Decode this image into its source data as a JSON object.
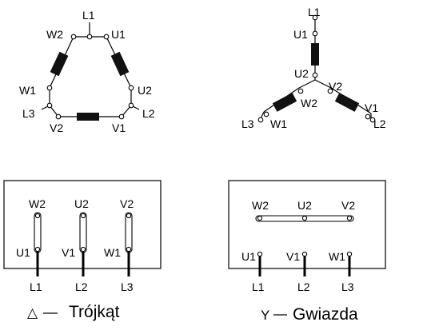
{
  "delta": {
    "labels": {
      "L1": "L1",
      "W2": "W2",
      "U1": "U1",
      "W1": "W1",
      "U2": "U2",
      "L3": "L3",
      "L2": "L2",
      "V2": "V2",
      "V1": "V1"
    },
    "box": {
      "top": [
        "W2",
        "U2",
        "V2"
      ],
      "bottom": [
        "U1",
        "V1",
        "W1"
      ],
      "lines": [
        "L1",
        "L2",
        "L3"
      ]
    },
    "symbol": "△",
    "caption": "Trójkąt"
  },
  "star": {
    "labels": {
      "L1": "L1",
      "U1": "U1",
      "U2": "U2",
      "V2": "V2",
      "W2": "W2",
      "V1": "V1",
      "L3": "L3",
      "W1": "W1",
      "L2": "L2"
    },
    "box": {
      "top": [
        "W2",
        "U2",
        "V2"
      ],
      "bottom": [
        "U1",
        "V1",
        "W1"
      ],
      "lines": [
        "L1",
        "L2",
        "L3"
      ]
    },
    "symbol": "Y",
    "caption": "Gwiazda"
  }
}
